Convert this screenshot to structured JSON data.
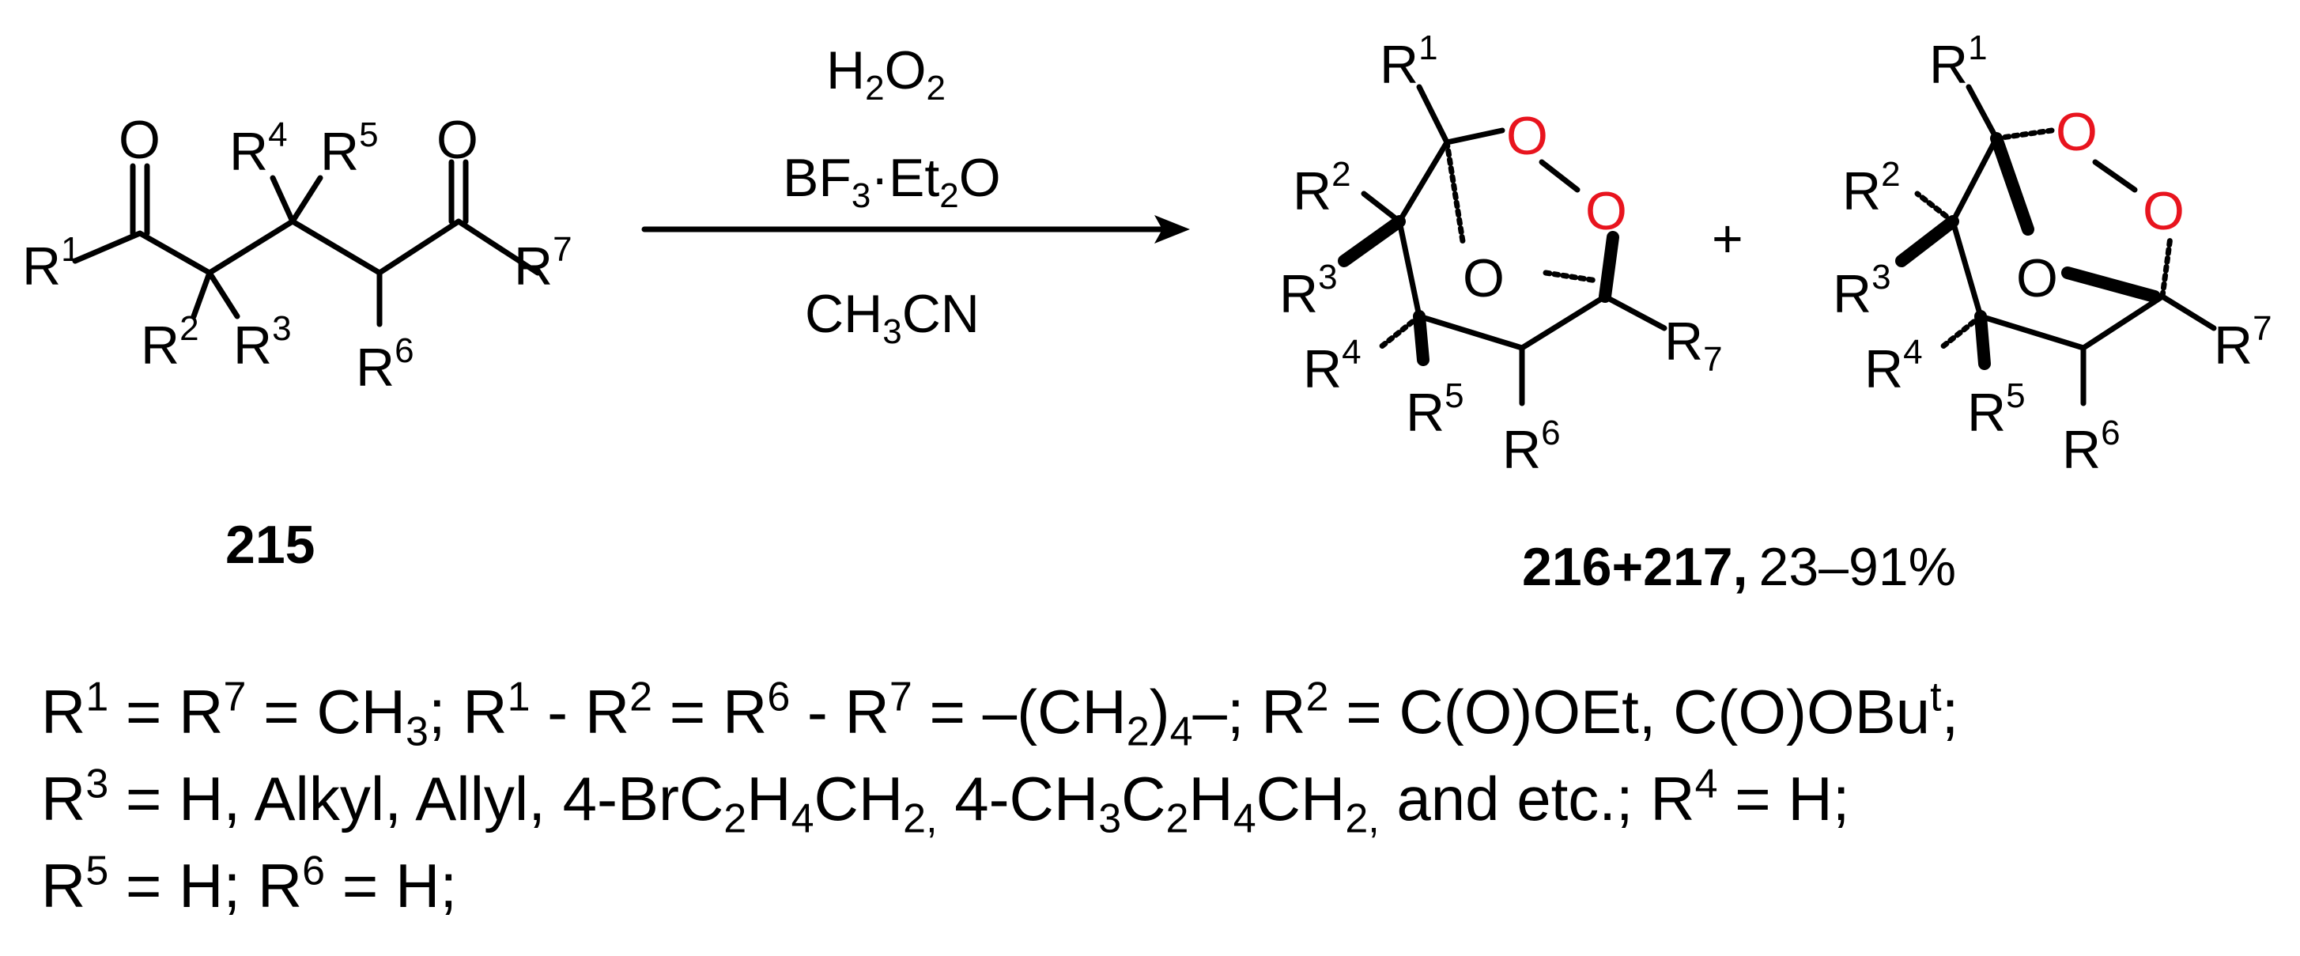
{
  "reagents": {
    "line1": [
      "H",
      "2",
      "O",
      "2"
    ],
    "line2": [
      "BF",
      "3",
      "·Et",
      "2",
      "O"
    ],
    "line3": [
      "CH",
      "3",
      "CN"
    ]
  },
  "compound_labels": {
    "starting": "215",
    "products": "216+217,",
    "yield": "23–91%"
  },
  "plus_sign": "+",
  "atoms": {
    "oxygen": "O",
    "R": "R"
  },
  "sup": {
    "1": "1",
    "2": "2",
    "3": "3",
    "4": "4",
    "5": "5",
    "6": "6",
    "7": "7"
  },
  "footnotes": {
    "line1": {
      "a": "R",
      "a_sup": "1",
      "b": " = R",
      "b_sup": "7",
      "c": " = CH",
      "c_sub": "3",
      "d": "; R",
      "d_sup": "1",
      "e": " - R",
      "e_sup": "2",
      "f": " = R",
      "f_sup": "6",
      "g": " - R",
      "g_sup": "7",
      "h": " = –(CH",
      "h_sub": "2",
      "i": ")",
      "i_sub": "4",
      "j": "–; R",
      "j_sup": "2",
      "k": " = C(O)OEt, C(O)OBu",
      "k_sup": "t",
      "l": ";"
    },
    "line2": {
      "a": "R",
      "a_sup": "3",
      "b": " = H, Alkyl, Allyl, 4-BrC",
      "b_sub": "2",
      "c": "H",
      "c_sub": "4",
      "d": "CH",
      "d_sub": "2,",
      "e": " 4-CH",
      "e_sub": "3",
      "f": "C",
      "f_sub": "2",
      "g": "H",
      "g_sub": "4",
      "h": "CH",
      "h_sub": "2,",
      "i": " and etc.; R",
      "i_sup": "4",
      "j": " = H;"
    },
    "line3": {
      "a": "R",
      "a_sup": "5",
      "b": " = H; R",
      "b_sup": "6",
      "c": " = H;"
    }
  },
  "colors": {
    "oxygen_red": "#e8141e",
    "ink": "#000000"
  }
}
